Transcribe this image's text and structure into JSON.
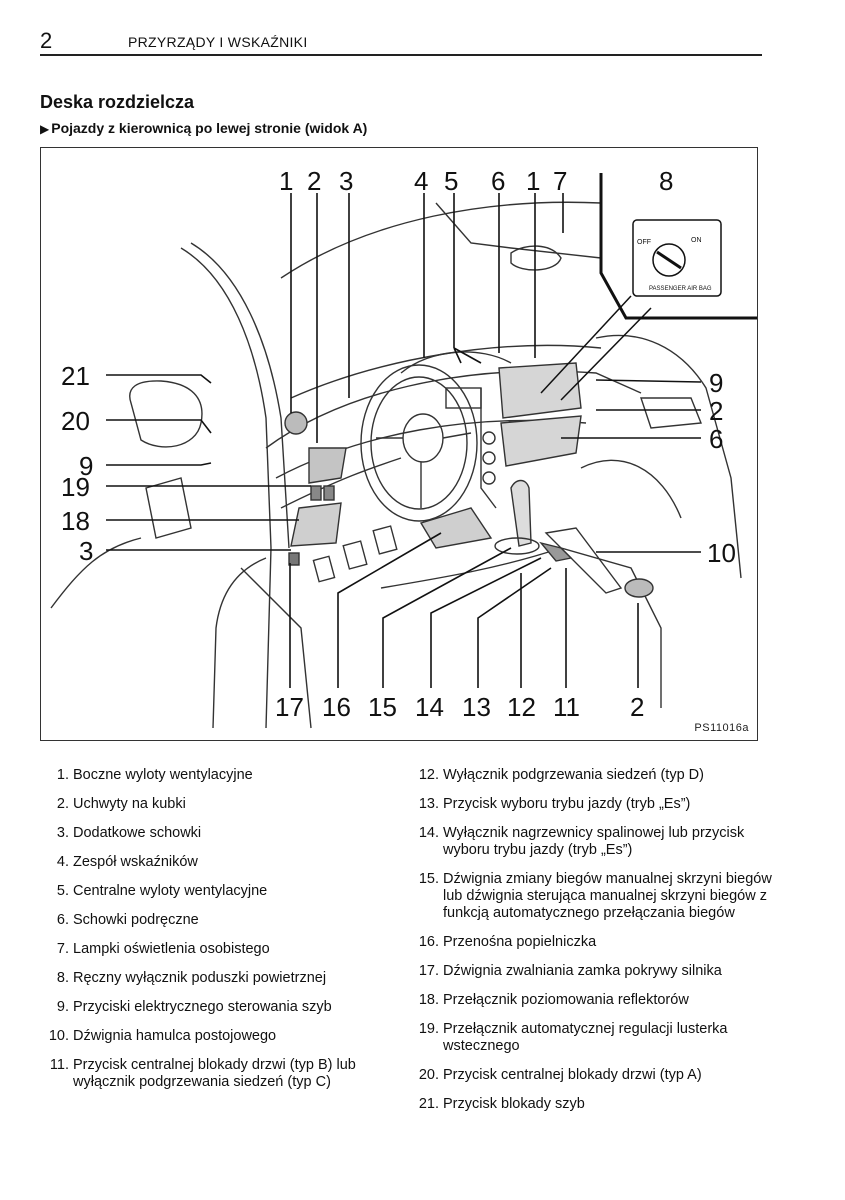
{
  "header": {
    "page_number": "2",
    "chapter": "PRZYRZĄDY I WSKAŹNIKI"
  },
  "title": "Deska rozdzielcza",
  "subtitle": "Pojazdy z kierownicą po lewej stronie (widok A)",
  "figure": {
    "code": "PS11016a",
    "callouts_top": [
      "1",
      "2",
      "3",
      "4",
      "5",
      "6",
      "1",
      "7",
      "8"
    ],
    "callouts_left": [
      "21",
      "20",
      "9",
      "19",
      "18",
      "3"
    ],
    "callouts_right": [
      "9",
      "2",
      "6",
      "10"
    ],
    "callouts_bottom": [
      "17",
      "16",
      "15",
      "14",
      "13",
      "12",
      "11",
      "2"
    ],
    "inset_knob_labels": [
      "OFF",
      "ON",
      "PASSENGER AIR BAG"
    ]
  },
  "items_left": [
    {
      "n": "1.",
      "t": "Boczne wyloty wentylacyjne"
    },
    {
      "n": "2.",
      "t": "Uchwyty na kubki"
    },
    {
      "n": "3.",
      "t": "Dodatkowe schowki"
    },
    {
      "n": "4.",
      "t": "Zespół wskaźników"
    },
    {
      "n": "5.",
      "t": "Centralne wyloty wentylacyjne"
    },
    {
      "n": "6.",
      "t": "Schowki podręczne"
    },
    {
      "n": "7.",
      "t": "Lampki oświetlenia osobistego"
    },
    {
      "n": "8.",
      "t": "Ręczny wyłącznik poduszki powietrznej"
    },
    {
      "n": "9.",
      "t": "Przyciski elektrycznego sterowania szyb"
    },
    {
      "n": "10.",
      "t": "Dźwignia hamulca postojowego"
    },
    {
      "n": "11.",
      "t": "Przycisk centralnej blokady drzwi (typ B) lub wyłącznik podgrzewania siedzeń (typ C)"
    }
  ],
  "items_right": [
    {
      "n": "12.",
      "t": "Wyłącznik podgrzewania siedzeń (typ D)"
    },
    {
      "n": "13.",
      "t": "Przycisk wyboru trybu jazdy (tryb „Es”)"
    },
    {
      "n": "14.",
      "t": "Wyłącznik nagrzewnicy spalinowej lub przycisk wyboru trybu jazdy (tryb „Es”)"
    },
    {
      "n": "15.",
      "t": "Dźwignia zmiany biegów manualnej skrzyni biegów lub dźwignia sterująca manualnej skrzyni biegów z funkcją automatycznego przełączania biegów"
    },
    {
      "n": "16.",
      "t": "Przenośna popielniczka"
    },
    {
      "n": "17.",
      "t": "Dźwignia zwalniania zamka pokrywy silnika"
    },
    {
      "n": "18.",
      "t": "Przełącznik poziomowania reflektorów"
    },
    {
      "n": "19.",
      "t": "Przełącznik automatycznej regulacji lusterka wstecznego"
    },
    {
      "n": "20.",
      "t": "Przycisk centralnej blokady drzwi (typ A)"
    },
    {
      "n": "21.",
      "t": "Przycisk blokady szyb"
    }
  ]
}
